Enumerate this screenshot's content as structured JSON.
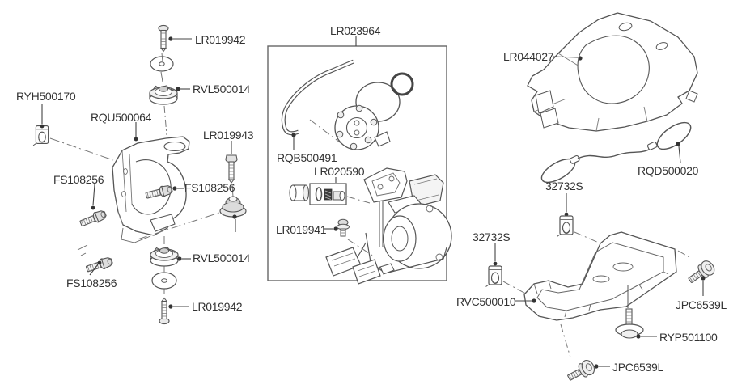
{
  "diagram": {
    "background_color": "#ffffff",
    "line_color": "#555555",
    "text_color": "#333333",
    "labels": {
      "lr019942_top": "LR019942",
      "rvl500014_top": "RVL500014",
      "ryh500170": "RYH500170",
      "rqu500064": "RQU500064",
      "lr019943": "LR019943",
      "fs108256_a": "FS108256",
      "fs108256_b": "FS108256",
      "fs108256_c": "FS108256",
      "rvl500014_bottom": "RVL500014",
      "lr019942_bottom": "LR019942",
      "lr023964": "LR023964",
      "rqb500491": "RQB500491",
      "lr020590": "LR020590",
      "lr019941": "LR019941",
      "lr044027": "LR044027",
      "rqd500020": "RQD500020",
      "s32732_top": "32732S",
      "s32732_left": "32732S",
      "rvc500010": "RVC500010",
      "jpc6539l_right": "JPC6539L",
      "ryp501100": "RYP501100",
      "jpc6539l_bottom": "JPC6539L"
    }
  }
}
